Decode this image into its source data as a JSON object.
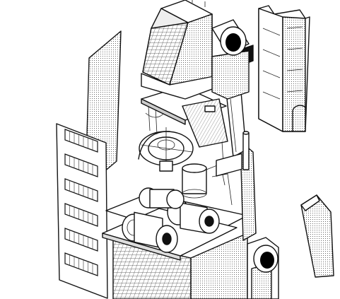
{
  "figure": {
    "kind": "exploded-axonometric-drawing",
    "palette": {
      "ink": "#111111",
      "paper": "#ffffff",
      "fill_solid": "#000000"
    },
    "parts": [
      {
        "id": "left-tall-panel",
        "icon": "stippled-panel"
      },
      {
        "id": "left-vent-panel",
        "icon": "louvre-panel"
      },
      {
        "id": "top-tower-block",
        "icon": "windowed-block"
      },
      {
        "id": "right-shaft-module",
        "icon": "stair-shaft"
      },
      {
        "id": "core-machinery",
        "icon": "engine-cluster"
      },
      {
        "id": "base-grid-block",
        "icon": "lattice-base"
      },
      {
        "id": "lower-right-post",
        "icon": "stippled-post"
      },
      {
        "id": "round-ports",
        "icon": "circular-port"
      }
    ],
    "vent_slot_count": 6
  }
}
